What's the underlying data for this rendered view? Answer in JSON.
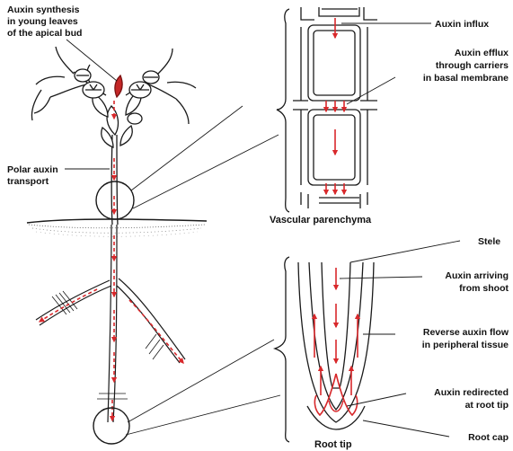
{
  "labels": {
    "synthesis": [
      "Auxin synthesis",
      "in young leaves",
      "of the apical bud"
    ],
    "polar": [
      "Polar auxin",
      "transport"
    ],
    "influx": "Auxin influx",
    "efflux": [
      "Auxin efflux",
      "through carriers",
      "in basal membrane"
    ],
    "vascular": "Vascular parenchyma",
    "stele": "Stele",
    "arriving": [
      "Auxin arriving",
      "from shoot"
    ],
    "reverse": [
      "Reverse auxin flow",
      "in peripheral tissue"
    ],
    "redirected": [
      "Auxin redirected",
      "at root tip"
    ],
    "rootcap": "Root cap",
    "roottip": "Root tip"
  },
  "colors": {
    "arrow": "#d8282b",
    "ink": "#1a1a1a"
  }
}
